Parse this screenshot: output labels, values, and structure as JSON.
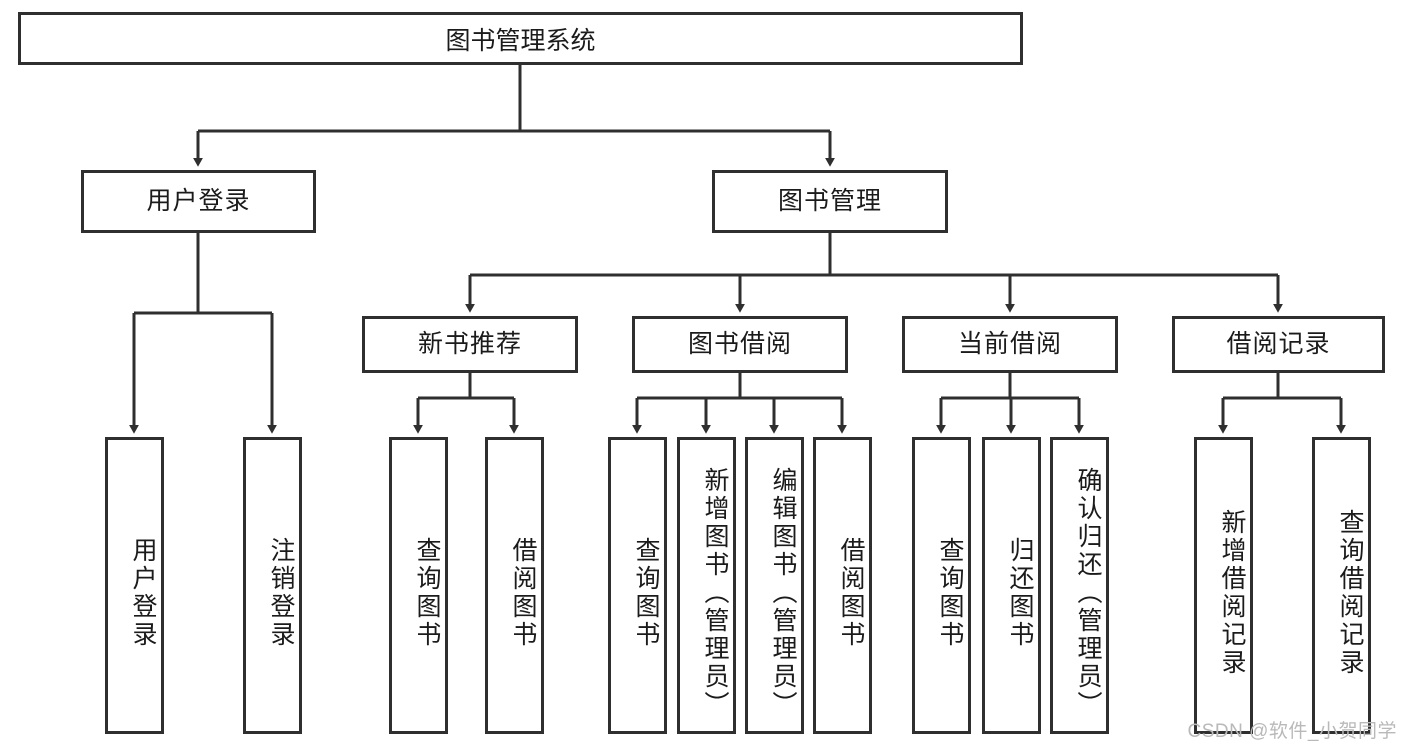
{
  "diagram": {
    "type": "tree",
    "title": "图书管理系统",
    "orientation": "top-down",
    "colors": {
      "box_border": "#2f2f2f",
      "box_fill": "#ffffff",
      "connector": "#2f2f2f",
      "text": "#1b1b1b",
      "watermark": "#b9b9b9"
    },
    "nodes": {
      "root": {
        "label": "图书管理系统",
        "level": 1
      },
      "level2": [
        {
          "id": "user-login",
          "label": "用户登录"
        },
        {
          "id": "book-management",
          "label": "图书管理"
        }
      ],
      "level3": [
        {
          "id": "new-book-recommend",
          "label": "新书推荐",
          "parent": "book-management"
        },
        {
          "id": "book-borrow",
          "label": "图书借阅",
          "parent": "book-management"
        },
        {
          "id": "current-borrow",
          "label": "当前借阅",
          "parent": "book-management"
        },
        {
          "id": "borrow-record",
          "label": "借阅记录",
          "parent": "book-management"
        }
      ],
      "leaves": {
        "user-login": [
          {
            "id": "leaf-user-login",
            "label": "用户登录"
          },
          {
            "id": "leaf-logout-login",
            "label": "注销登录"
          }
        ],
        "new-book-recommend": [
          {
            "id": "leaf-query-book-1",
            "label": "查询图书"
          },
          {
            "id": "leaf-borrow-book-1",
            "label": "借阅图书"
          }
        ],
        "book-borrow": [
          {
            "id": "leaf-query-book-2",
            "label": "查询图书"
          },
          {
            "id": "leaf-add-book",
            "label": "新增图书（管理员）"
          },
          {
            "id": "leaf-edit-book",
            "label": "编辑图书（管理员）"
          },
          {
            "id": "leaf-borrow-book-2",
            "label": "借阅图书"
          }
        ],
        "current-borrow": [
          {
            "id": "leaf-query-book-3",
            "label": "查询图书"
          },
          {
            "id": "leaf-return-book",
            "label": "归还图书"
          },
          {
            "id": "leaf-confirm-return",
            "label": "确认归还（管理员）"
          }
        ],
        "borrow-record": [
          {
            "id": "leaf-add-record",
            "label": "新增借阅记录"
          },
          {
            "id": "leaf-query-record",
            "label": "查询借阅记录"
          }
        ]
      }
    }
  },
  "watermark": {
    "text": "CSDN @软件_小贺同学"
  }
}
